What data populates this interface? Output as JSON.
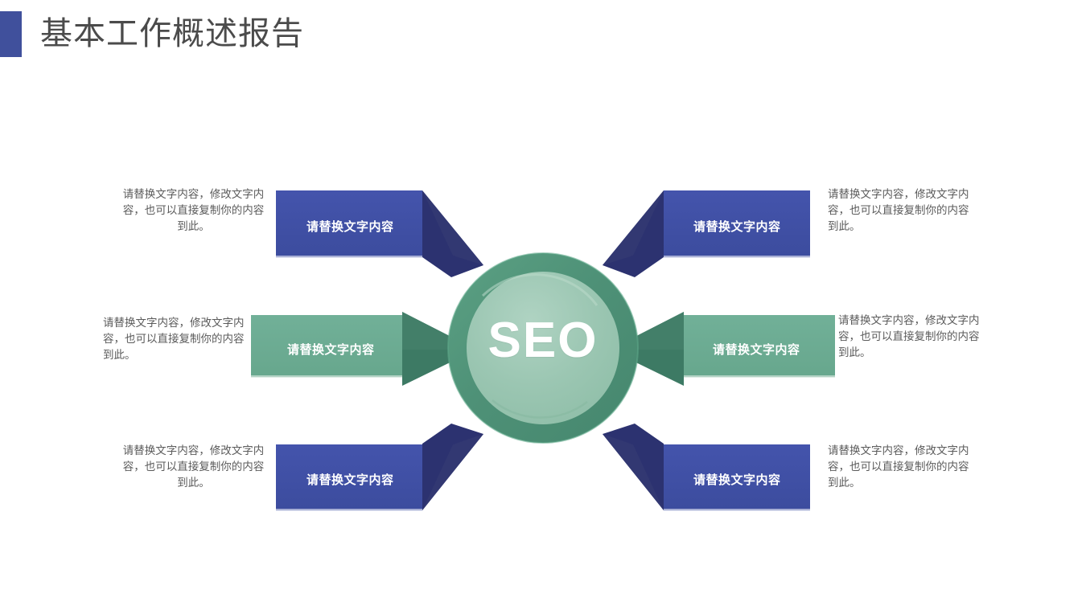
{
  "slide": {
    "title": "基本工作概述报告",
    "accent_color": "#40509C",
    "background": "#FFFFFF"
  },
  "center": {
    "label": "SEO",
    "ring_color": "#4E9177",
    "inner_color": "#9BC6B2",
    "text_color": "#FFFFFF"
  },
  "palette": {
    "blue_box": "#3F51A8",
    "blue_arrow": "#2C3270",
    "green_box": "#6BAB92",
    "green_arrow": "#3D7A64",
    "description_text": "#5B5B5B",
    "title_text": "#4B4B4B"
  },
  "items": [
    {
      "id": "top-left",
      "label": "请替换文字内容",
      "description": "请替换文字内容，修改文字内容，也可以直接复制你的内容到此。",
      "color": "blue",
      "side": "left"
    },
    {
      "id": "middle-left",
      "label": "请替换文字内容",
      "description": "请替换文字内容，修改文字内容，也可以直接复制你的内容到此。",
      "color": "green",
      "side": "left"
    },
    {
      "id": "bottom-left",
      "label": "请替换文字内容",
      "description": "请替换文字内容，修改文字内容，也可以直接复制你的内容到此。",
      "color": "blue",
      "side": "left"
    },
    {
      "id": "top-right",
      "label": "请替换文字内容",
      "description": "请替换文字内容，修改文字内容，也可以直接复制你的内容到此。",
      "color": "blue",
      "side": "right"
    },
    {
      "id": "middle-right",
      "label": "请替换文字内容",
      "description": "请替换文字内容，修改文字内容，也可以直接复制你的内容到此。",
      "color": "green",
      "side": "right"
    },
    {
      "id": "bottom-right",
      "label": "请替换文字内容",
      "description": "请替换文字内容，修改文字内容，也可以直接复制你的内容到此。",
      "color": "blue",
      "side": "right"
    }
  ]
}
